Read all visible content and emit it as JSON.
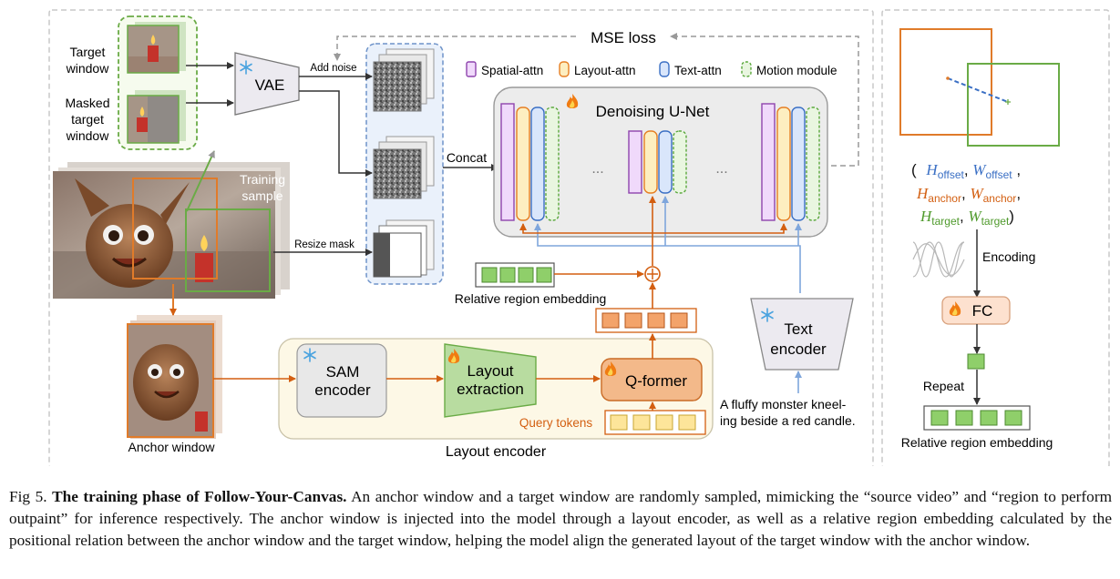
{
  "diagram": {
    "input_labels": {
      "target_window": [
        "Target",
        "window"
      ],
      "masked_target_window": [
        "Masked",
        "target",
        "window"
      ],
      "training_sample": [
        "Training",
        "sample"
      ],
      "anchor_window": "Anchor window"
    },
    "modules": {
      "vae": "VAE",
      "sam_encoder": [
        "SAM",
        "encoder"
      ],
      "layout_extraction": [
        "Layout",
        "extraction"
      ],
      "q_former": "Q-former",
      "text_encoder": [
        "Text",
        "encoder"
      ],
      "unet": "Denoising U-Net",
      "fc": "FC"
    },
    "arrow_labels": {
      "add_noise": "Add noise",
      "resize_mask": "Resize mask",
      "concat": "Concat",
      "mse_loss": "MSE loss",
      "encoding": "Encoding",
      "repeat": "Repeat"
    },
    "legend": [
      {
        "label": "Spatial-attn",
        "stroke": "#8e44ad",
        "fill": "#f0d9fb",
        "dashed": false
      },
      {
        "label": "Layout-attn",
        "stroke": "#e67e22",
        "fill": "#fdeec0",
        "dashed": false
      },
      {
        "label": "Text-attn",
        "stroke": "#3a6fc4",
        "fill": "#d9e6fb",
        "dashed": false
      },
      {
        "label": "Motion module",
        "stroke": "#5aa83c",
        "fill": "#e9f6e0",
        "dashed": true
      }
    ],
    "other_labels": {
      "relative_region_embedding": "Relative region embedding",
      "query_tokens": "Query tokens",
      "layout_encoder": "Layout encoder",
      "prompt": [
        "A fluffy monster kneel-",
        "ing beside a red candle."
      ],
      "ellipsis": "..."
    },
    "coordinates": {
      "open": "(",
      "close": ")",
      "h_offset": {
        "sym": "H",
        "sub": "offset"
      },
      "w_offset": {
        "sym": "W",
        "sub": "offset"
      },
      "h_anchor": {
        "sym": "H",
        "sub": "anchor"
      },
      "w_anchor": {
        "sym": "W",
        "sub": "anchor"
      },
      "h_target": {
        "sym": "H",
        "sub": "target"
      },
      "w_target": {
        "sym": "W",
        "sub": "target"
      }
    },
    "colors": {
      "anchor": "#e07b2a",
      "target": "#6aab46",
      "text_path": "#7fa6dc",
      "layout_path": "#d35f11",
      "offset": "#3a6fc4"
    },
    "icons": [
      "snowflake-icon",
      "fire-icon",
      "plus-circle-icon"
    ]
  },
  "caption": {
    "prefix": "Fig 5.",
    "title": "The training phase of Follow-Your-Canvas.",
    "body": "An anchor window and a target window are randomly sampled, mimicking the “source video” and “region to perform outpaint” for inference respectively. The anchor window is injected into the model through a layout encoder, as well as a relative region embedding calculated by the positional relation between the anchor window and the target window, helping the model align the generated layout of the target window with the anchor window."
  }
}
